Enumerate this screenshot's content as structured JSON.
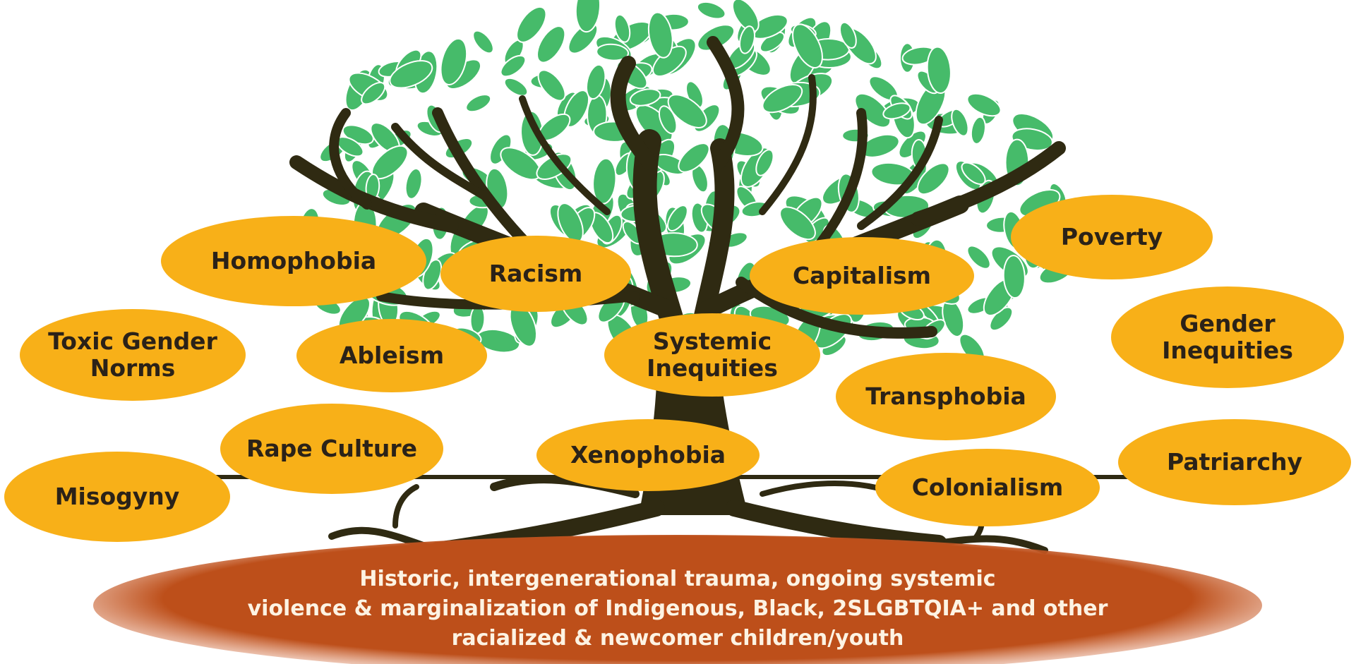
{
  "diagram": {
    "colors": {
      "leaf": "#46bb6a",
      "trunk": "#2f2a12",
      "bubble": "#f8b018",
      "bubble_text": "#2b2218",
      "soil": "#bd4f1a",
      "soil_text": "#fdf3e3"
    },
    "branches": [
      "Homophobia",
      "Racism",
      "Capitalism",
      "Poverty",
      "Toxic Gender Norms",
      "Ableism",
      "Systemic Inequities",
      "Gender Inequities",
      "Transphobia",
      "Rape Culture",
      "Xenophobia",
      "Patriarchy",
      "Misogyny",
      "Colonialism"
    ],
    "roots_text": "Historic, intergenerational trauma, ongoing systemic\nviolence & marginalization of Indigenous, Black, 2SLGBTQIA+ and other\nracialized & newcomer children/youth"
  }
}
